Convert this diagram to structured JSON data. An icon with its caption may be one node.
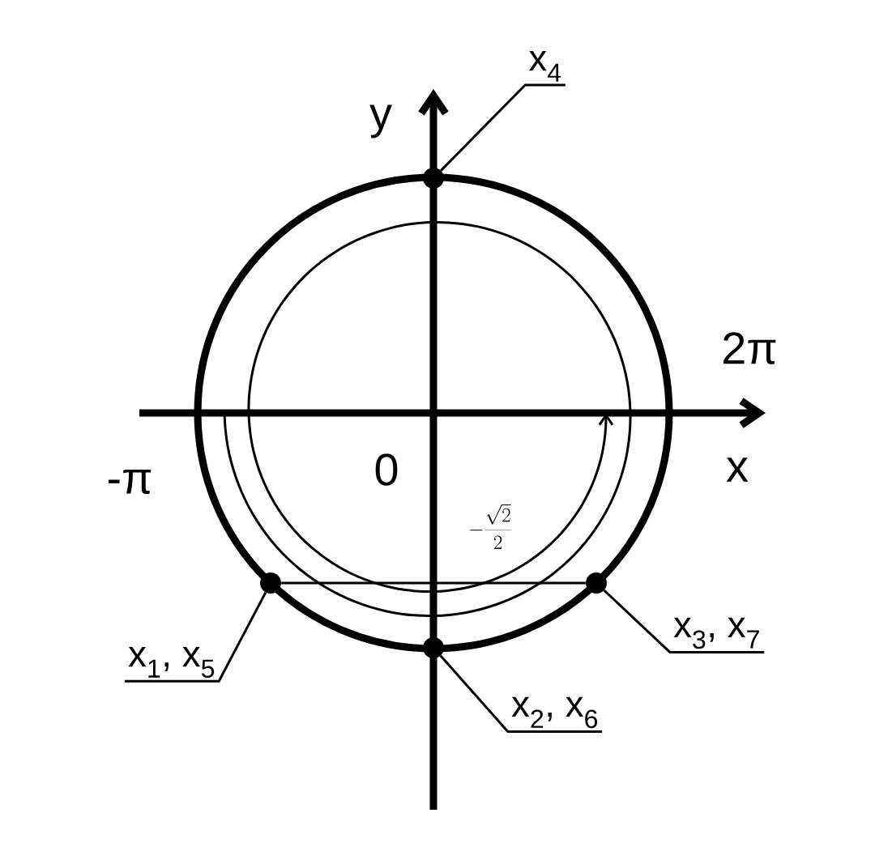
{
  "diagram": {
    "nodes": [
      {
        "text": [
          "x$_{4}$"
        ]
      },
      {
        "text": [],
        "shape": "circle"
      },
      {
        "text": [],
        "shape": "circle"
      },
      {
        "text": [],
        "shape": "circle"
      },
      {
        "text": [],
        "shape": "circle"
      },
      {
        "text": [
          "x$_{3}$, x$_{7}$"
        ]
      },
      {
        "text": [
          "x$_{1}$, x$_{5}$"
        ]
      },
      {
        "text": [
          "x$_{2}$, x$_{6}$"
        ]
      }
    ],
    "edges": [
      {
        "from": 0,
        "to": 1,
        "arrow": "none"
      },
      {
        "from": 5,
        "to": 3,
        "arrow": "none"
      },
      {
        "from": 6,
        "to": 2,
        "arrow": "none"
      },
      {
        "from": 7,
        "to": 4,
        "arrow": "none"
      },
      {
        "from": 2,
        "to": 3,
        "arrow": "none"
      }
    ],
    "labels": [
      "y",
      "2π",
      "-π",
      "0",
      "x",
      "-\\frac{\\sqrt{2}}{2}"
    ]
  }
}
